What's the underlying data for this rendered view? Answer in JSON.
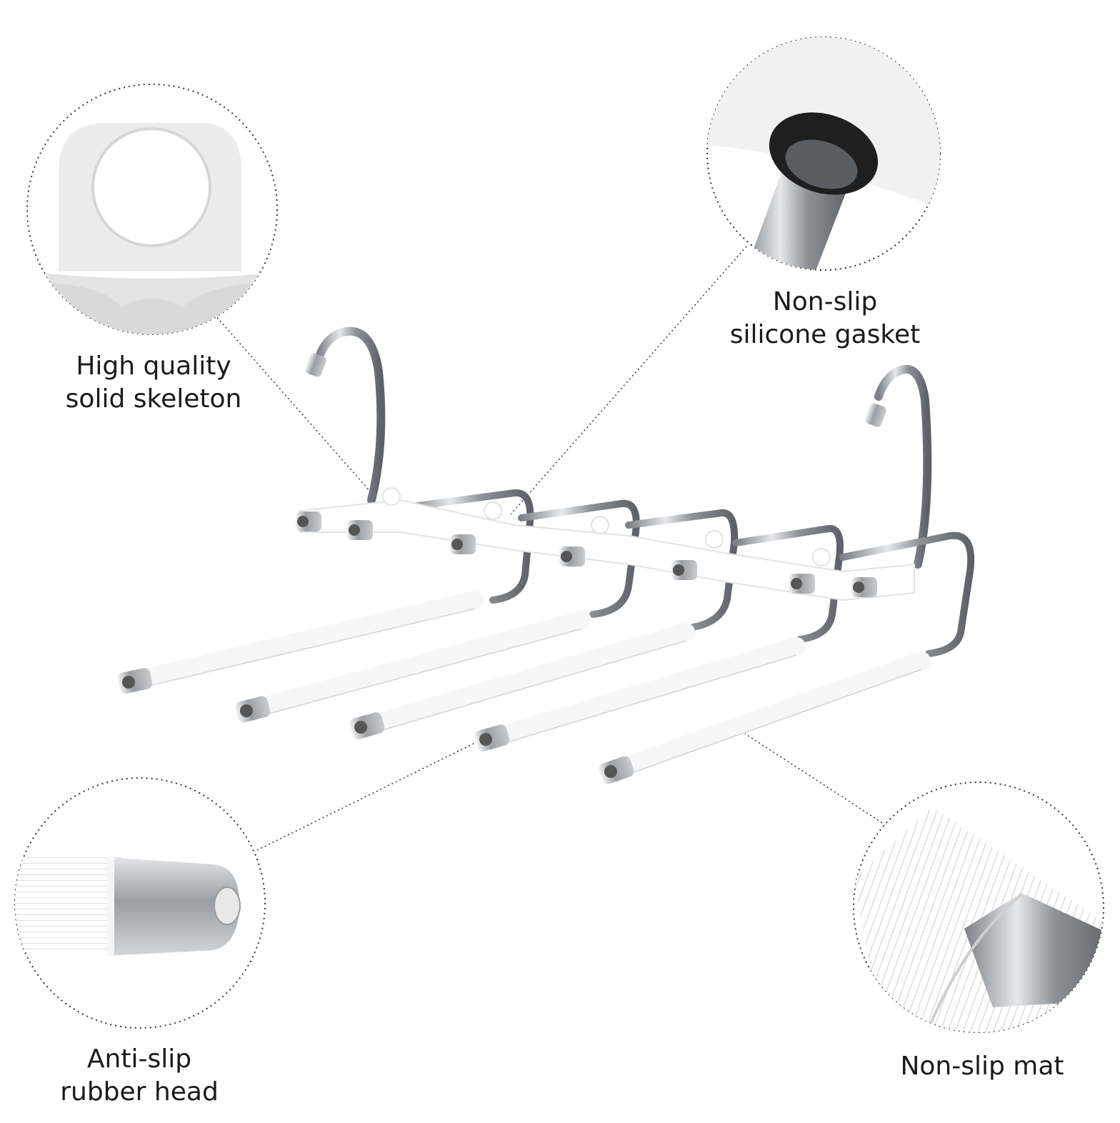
{
  "colors": {
    "background": "#ffffff",
    "text": "#1a1a1a",
    "steel": "#a9adb1",
    "steel_dark": "#6d7175",
    "sleeve": "#f4f4f4",
    "gasket": "#2a2a2a"
  },
  "callouts": {
    "skeleton": {
      "line1": "High quality",
      "line2": "solid skeleton",
      "icon": "hanger-ring-icon"
    },
    "gasket": {
      "line1": "Non-slip",
      "line2": "silicone gasket",
      "icon": "silicone-gasket-icon"
    },
    "rubber_head": {
      "line1": "Anti-slip",
      "line2": "rubber head",
      "icon": "rubber-tip-icon"
    },
    "mat": {
      "line1": "Non-slip mat",
      "icon": "ribbed-sleeve-icon"
    }
  },
  "product": {
    "icon": "pants-hanger-icon"
  }
}
